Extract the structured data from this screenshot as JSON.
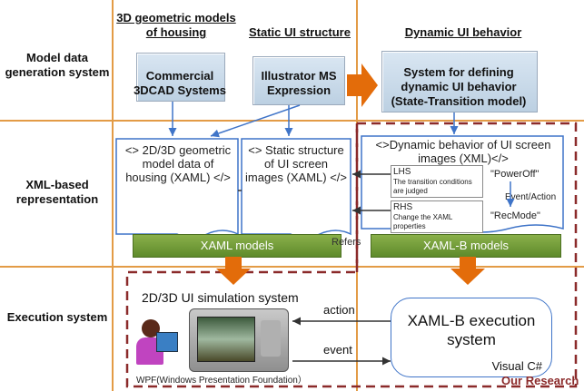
{
  "columns": {
    "geometric": "3D geometric models of housing",
    "static": "Static UI structure",
    "dynamic": "Dynamic UI behavior"
  },
  "rows": {
    "generation": "Model data generation system",
    "xml": "XML-based representation",
    "execution": "Execution system"
  },
  "generation": {
    "cad": "Commercial 3DCAD Systems",
    "illustrator": "Illustrator MS Expression",
    "behavior_system": "System for defining dynamic UI behavior (State-Transition model)"
  },
  "xml": {
    "geom_doc": "<> 2D/3D geometric model data of housing (XAML) </>",
    "static_doc": "<> Static structure of UI screen images (XAML) </>",
    "dynamic_doc": "<>Dynamic behavior of UI screen images (XML)</>",
    "lhs_title": "LHS",
    "lhs_text": "The transition conditions are judged",
    "rhs_title": "RHS",
    "rhs_text": "Change the XAML properties",
    "state_poweroff": "\"PowerOff\"",
    "event_action": "Event/Action",
    "state_recmode": "\"RecMode\"",
    "xaml_models": "XAML models",
    "refers": "Refers",
    "xamlb_models": "XAML-B models"
  },
  "execution": {
    "sim_title": "2D/3D UI simulation system",
    "action": "action",
    "event": "event",
    "engine": "XAML-B execution system",
    "visual_csharp": "Visual C#",
    "wpf": "WPF(Windows Presentation Foundation）",
    "our_research": "Our Research"
  },
  "colors": {
    "orange": "#e36c0a",
    "blue": "#3f74c8",
    "green": "#6a9a34",
    "darkred": "#8b2a2a"
  }
}
